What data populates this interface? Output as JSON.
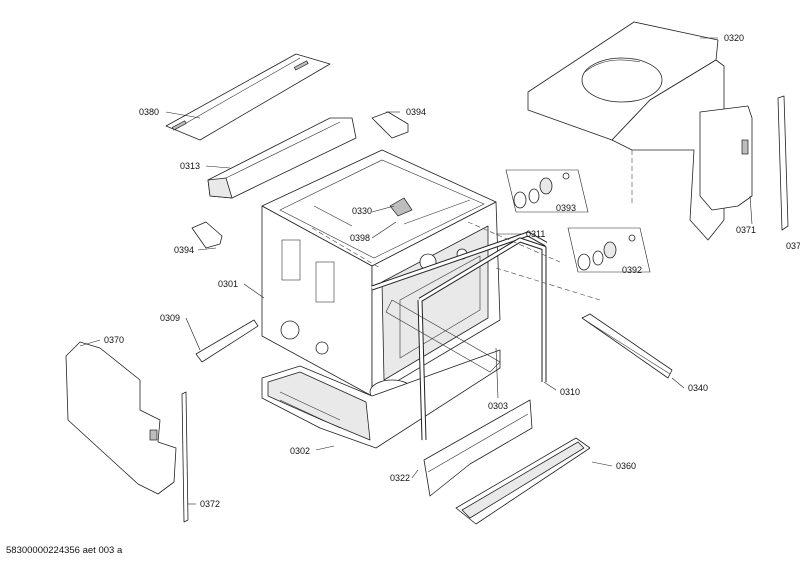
{
  "diagram": {
    "parts": [
      {
        "id": "p0320",
        "label": "0320"
      },
      {
        "id": "p0380",
        "label": "0380"
      },
      {
        "id": "p0394a",
        "label": "0394"
      },
      {
        "id": "p0313",
        "label": "0313"
      },
      {
        "id": "p0330",
        "label": "0330"
      },
      {
        "id": "p0393",
        "label": "0393"
      },
      {
        "id": "p0398",
        "label": "0398"
      },
      {
        "id": "p0311",
        "label": "0311"
      },
      {
        "id": "p0371",
        "label": "0371"
      },
      {
        "id": "p0394b",
        "label": "0394"
      },
      {
        "id": "p0392",
        "label": "0392"
      },
      {
        "id": "p037x",
        "label": "037"
      },
      {
        "id": "p0301",
        "label": "0301"
      },
      {
        "id": "p0309",
        "label": "0309"
      },
      {
        "id": "p0370",
        "label": "0370"
      },
      {
        "id": "p0340",
        "label": "0340"
      },
      {
        "id": "p0303",
        "label": "0303"
      },
      {
        "id": "p0310",
        "label": "0310"
      },
      {
        "id": "p0302",
        "label": "0302"
      },
      {
        "id": "p0360",
        "label": "0360"
      },
      {
        "id": "p0322",
        "label": "0322"
      },
      {
        "id": "p0372",
        "label": "0372"
      }
    ],
    "footer": "58300000224356 aet 003 a"
  }
}
